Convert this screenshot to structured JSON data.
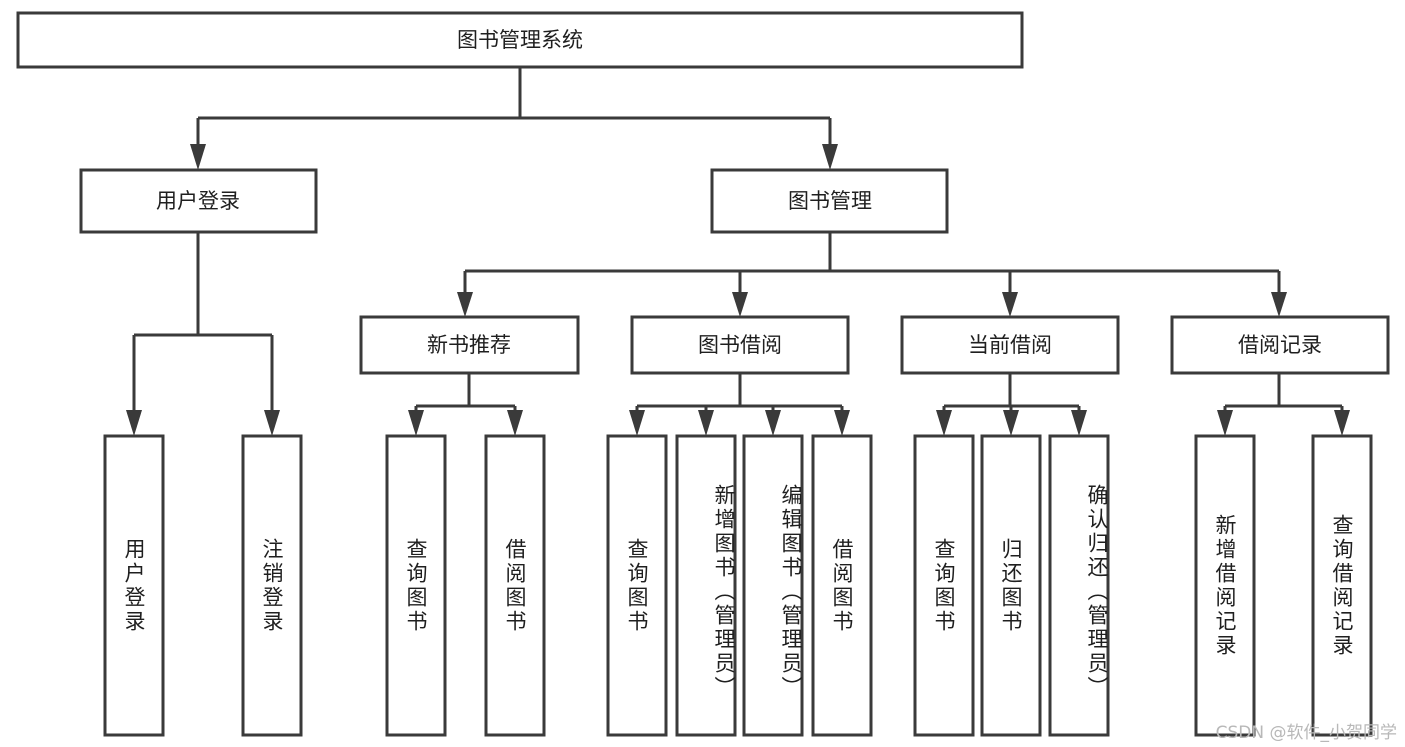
{
  "diagram": {
    "title": "图书管理系统",
    "type": "tree-hierarchy-functional-decomposition",
    "watermark": "CSDN @软件_小贺同学",
    "colors": {
      "box_stroke": "#3a3a3a",
      "box_fill": "#ffffff",
      "text": "#1f1f1f",
      "connector": "#3a3a3a",
      "watermark": "#b8b8b8",
      "background": "#ffffff"
    },
    "root": {
      "label": "图书管理系统"
    },
    "level2": [
      {
        "label": "用户登录"
      },
      {
        "label": "图书管理"
      }
    ],
    "level3": [
      {
        "label": "新书推荐"
      },
      {
        "label": "图书借阅"
      },
      {
        "label": "当前借阅"
      },
      {
        "label": "借阅记录"
      }
    ],
    "leaves": {
      "user_login": [
        {
          "label": "用户登录"
        },
        {
          "label": "注销登录"
        }
      ],
      "new_book_recommend": [
        {
          "label": "查询图书"
        },
        {
          "label": "借阅图书"
        }
      ],
      "book_borrow": [
        {
          "label": "查询图书"
        },
        {
          "label": "新增图书（管理员）"
        },
        {
          "label": "编辑图书（管理员）"
        },
        {
          "label": "借阅图书"
        }
      ],
      "current_borrow": [
        {
          "label": "查询图书"
        },
        {
          "label": "归还图书"
        },
        {
          "label": "确认归还（管理员）"
        }
      ],
      "borrow_record": [
        {
          "label": "新增借阅记录"
        },
        {
          "label": "查询借阅记录"
        }
      ]
    }
  }
}
